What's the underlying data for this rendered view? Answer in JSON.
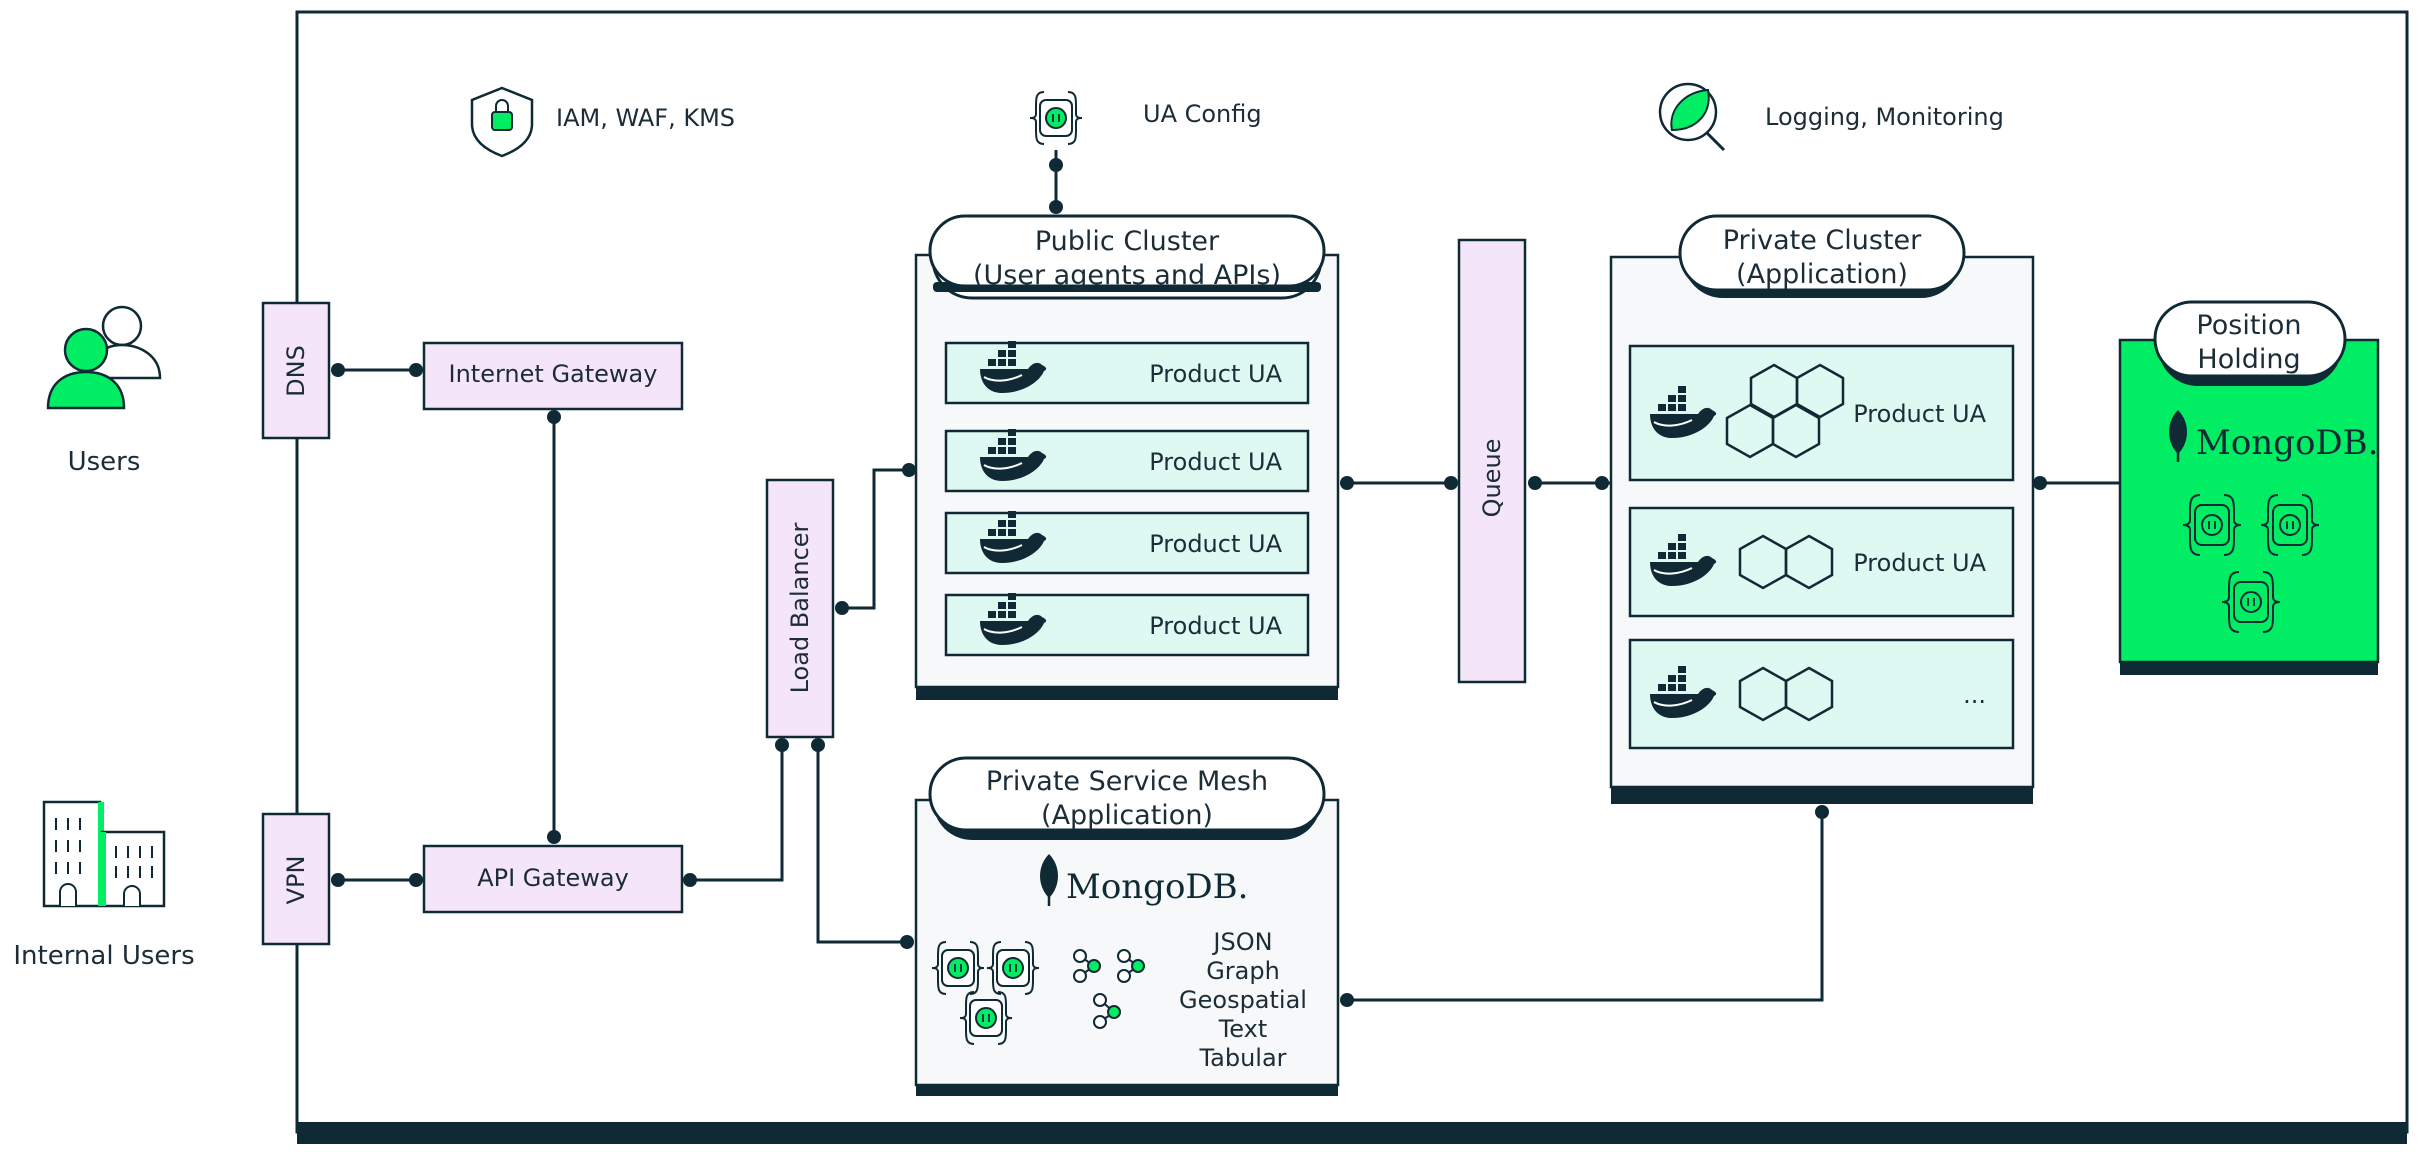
{
  "colors": {
    "ink": "#0f2a35",
    "lilac": "#f4e6f8",
    "mint": "#def8f2",
    "green": "#00ed64",
    "panel": "#f7f8f9"
  },
  "actors": {
    "users": "Users",
    "internal_users": "Internal Users"
  },
  "top_icons": {
    "security": "IAM, WAF, KMS",
    "config": "UA Config",
    "observability": "Logging, Monitoring"
  },
  "edge": {
    "dns": "DNS",
    "vpn": "VPN",
    "internet_gateway": "Internet Gateway",
    "api_gateway": "API Gateway",
    "load_balancer": "Load Balancer"
  },
  "public_cluster": {
    "title_line1": "Public Cluster",
    "title_line2": "(User agents and APIs)",
    "items": [
      "Product UA",
      "Product UA",
      "Product UA",
      "Product UA"
    ]
  },
  "queue": "Queue",
  "private_cluster": {
    "title_line1": "Private Cluster",
    "title_line2": "(Application)",
    "items": [
      "Product UA",
      "Product UA",
      "..."
    ]
  },
  "position_holding": {
    "title_line1": "Position",
    "title_line2": "Holding",
    "logo": "MongoDB."
  },
  "service_mesh": {
    "title_line1": "Private Service Mesh",
    "title_line2": "(Application)",
    "logo": "MongoDB.",
    "data_types": [
      "JSON",
      "Graph",
      "Geospatial",
      "Text",
      "Tabular"
    ]
  }
}
